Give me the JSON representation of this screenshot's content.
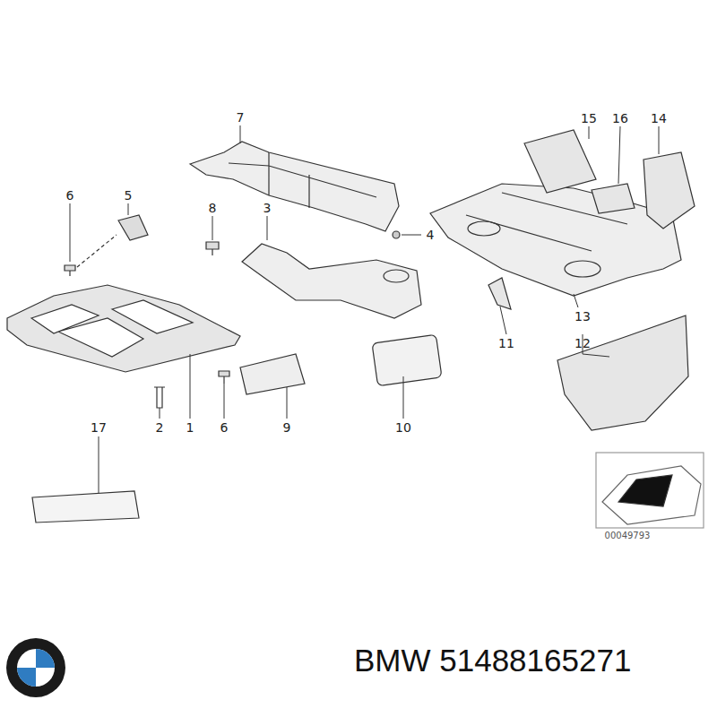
{
  "diagram": {
    "labels": [
      "7",
      "15",
      "16",
      "14",
      "6",
      "5",
      "8",
      "3",
      "4",
      "13",
      "11",
      "12",
      "17",
      "2",
      "1",
      "6",
      "9",
      "10",
      "00049793",
      "BMW 51488165271"
    ]
  }
}
